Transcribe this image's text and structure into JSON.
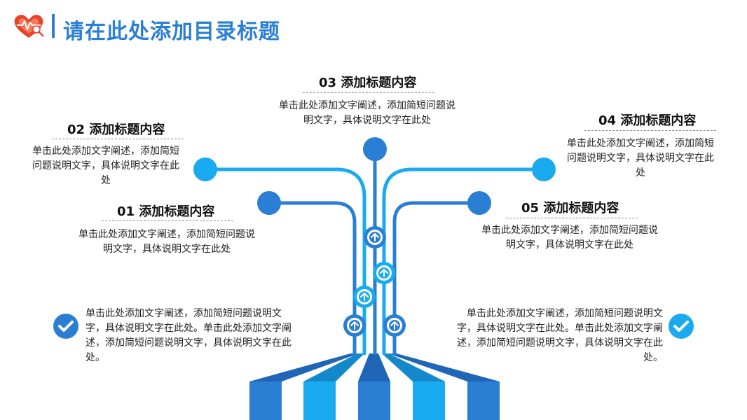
{
  "header": {
    "title": "请在此处添加目录标题"
  },
  "items": [
    {
      "heading": "01 添加标题内容",
      "text": "单击此处添加文字阐述，添加简短问题说明文字，具体说明文字在此处"
    },
    {
      "heading": "02 添加标题内容",
      "text": "单击此处添加文字阐述，添加简短问题说明文字，具体说明文字在此处"
    },
    {
      "heading": "03 添加标题内容",
      "text": "单击此处添加文字阐述，添加简短问题说明文字，具体说明文字在此处"
    },
    {
      "heading": "04 添加标题内容",
      "text": "单击此处添加文字阐述，添加简短问题说明文字，具体说明文字在此处"
    },
    {
      "heading": "05 添加标题内容",
      "text": "单击此处添加文字阐述，添加简短问题说明文字，具体说明文字在此处"
    }
  ],
  "notes": {
    "left": "单击此处添加文字阐述，添加简短问题说明文字，具体说明文字在此处。单击此处添加文字阐述，添加简短问题说明文字，具体说明文字在此处。",
    "right": "单击此处添加文字阐述，添加简短问题说明文字，具体说明文字在此处。单击此处添加文字阐述，添加简短问题说明文字，具体说明文字在此处。"
  },
  "colors": {
    "primary": "#2a7fd4",
    "light": "#19aaf0",
    "dark": "#1f66b8",
    "accent_red": "#e8412c"
  },
  "icons": {
    "logo": "heart-pulse-icon",
    "arrow": "arrow-up-circle-icon",
    "check": "check-circle-icon"
  }
}
